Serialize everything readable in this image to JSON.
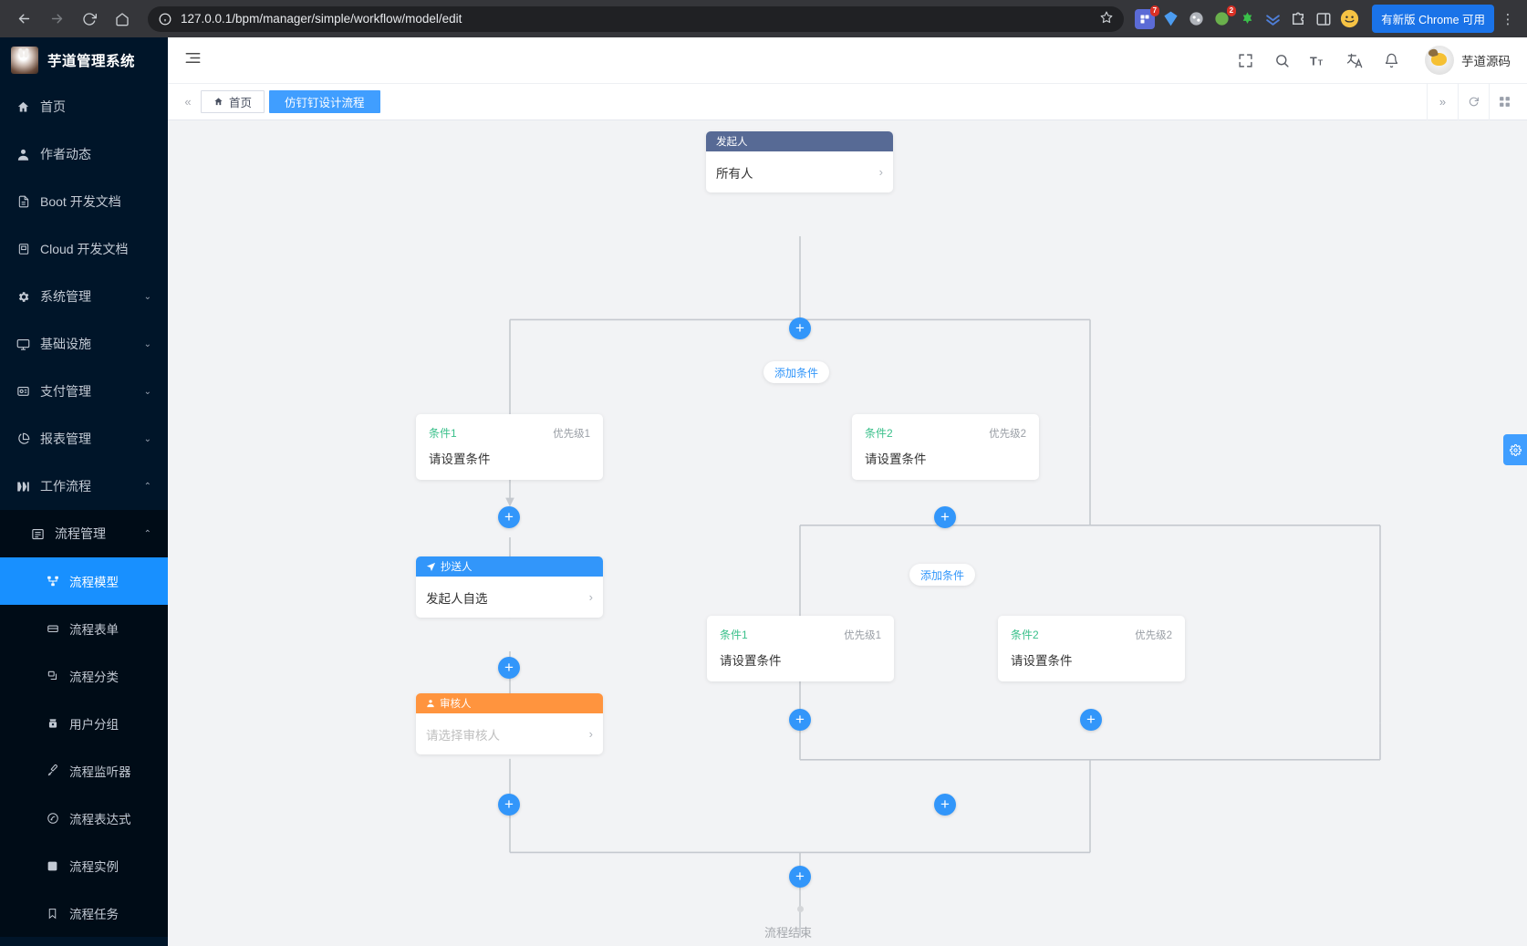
{
  "browser": {
    "url": "127.0.0.1/bpm/manager/simple/workflow/model/edit",
    "back_icon": "back-arrow-icon",
    "forward_icon": "forward-arrow-icon",
    "reload_icon": "reload-icon",
    "home_icon": "home-icon",
    "info_icon": "site-info-icon",
    "star_icon": "bookmark-star-icon",
    "update_label": "有新版 Chrome 可用",
    "menu_icon": "kebab-menu-icon",
    "extension_badges": [
      "7",
      "2"
    ]
  },
  "sidebar": {
    "brand": "芋道管理系统",
    "items": [
      {
        "label": "首页",
        "icon": "home-icon",
        "level": 0,
        "arrow": "",
        "active": false
      },
      {
        "label": "作者动态",
        "icon": "user-icon",
        "level": 0,
        "arrow": "",
        "active": false
      },
      {
        "label": "Boot 开发文档",
        "icon": "document-icon",
        "level": 0,
        "arrow": "",
        "active": false
      },
      {
        "label": "Cloud 开发文档",
        "icon": "copy-document-icon",
        "level": 0,
        "arrow": "",
        "active": false
      },
      {
        "label": "系统管理",
        "icon": "gear-icon",
        "level": 0,
        "arrow": "down",
        "active": false
      },
      {
        "label": "基础设施",
        "icon": "monitor-icon",
        "level": 0,
        "arrow": "down",
        "active": false
      },
      {
        "label": "支付管理",
        "icon": "payment-icon",
        "level": 0,
        "arrow": "down",
        "active": false
      },
      {
        "label": "报表管理",
        "icon": "pie-chart-icon",
        "level": 0,
        "arrow": "down",
        "active": false
      },
      {
        "label": "工作流程",
        "icon": "workflow-icon",
        "level": 0,
        "arrow": "up",
        "active": false
      },
      {
        "label": "流程管理",
        "icon": "list-icon",
        "level": 1,
        "arrow": "up",
        "active": false
      },
      {
        "label": "流程模型",
        "icon": "flow-model-icon",
        "level": 2,
        "arrow": "",
        "active": true
      },
      {
        "label": "流程表单",
        "icon": "form-icon",
        "level": 2,
        "arrow": "",
        "active": false
      },
      {
        "label": "流程分类",
        "icon": "category-icon",
        "level": 2,
        "arrow": "",
        "active": false
      },
      {
        "label": "用户分组",
        "icon": "user-group-icon",
        "level": 2,
        "arrow": "",
        "active": false
      },
      {
        "label": "流程监听器",
        "icon": "listener-icon",
        "level": 2,
        "arrow": "",
        "active": false
      },
      {
        "label": "流程表达式",
        "icon": "expression-icon",
        "level": 2,
        "arrow": "",
        "active": false
      },
      {
        "label": "流程实例",
        "icon": "instance-icon",
        "level": 2,
        "arrow": "",
        "active": false
      },
      {
        "label": "流程任务",
        "icon": "task-icon",
        "level": 2,
        "arrow": "",
        "active": false
      }
    ]
  },
  "topbar": {
    "hamburger_icon": "collapse-menu-icon",
    "icons": [
      "fullscreen-icon",
      "search-icon",
      "font-size-icon",
      "translate-icon",
      "bell-icon"
    ],
    "user_name": "芋道源码"
  },
  "tabbar": {
    "collapse_icon": "double-chevron-left-icon",
    "tabs": [
      {
        "label": "首页",
        "icon": "home-icon",
        "active": false
      },
      {
        "label": "仿钉钉设计流程",
        "icon": "",
        "active": true
      }
    ],
    "right_icons": [
      "double-chevron-right-icon",
      "refresh-icon",
      "grid-icon"
    ]
  },
  "canvas": {
    "side_gear_icon": "settings-gear-icon",
    "end_label": "流程结束",
    "plus_icon": "plus-icon",
    "chevron_icon": "chevron-right-icon"
  },
  "flow": {
    "initiator": {
      "title": "发起人",
      "value": "所有人",
      "icon": "initiator-icon"
    },
    "cc": {
      "title": "抄送人",
      "value": "发起人自选",
      "icon": "send-icon"
    },
    "approver": {
      "title": "审核人",
      "value": "请选择审核人",
      "placeholder": true,
      "icon": "user-icon"
    },
    "add_condition_label": "添加条件",
    "branch_top": [
      {
        "name": "条件1",
        "priority": "优先级1",
        "value": "请设置条件"
      },
      {
        "name": "条件2",
        "priority": "优先级2",
        "value": "请设置条件"
      }
    ],
    "branch_nested": [
      {
        "name": "条件1",
        "priority": "优先级1",
        "value": "请设置条件"
      },
      {
        "name": "条件2",
        "priority": "优先级2",
        "value": "请设置条件"
      }
    ]
  },
  "colors": {
    "primary": "#3296fa",
    "initiator_header": "#576a95",
    "cc_header": "#3296fa",
    "approver_header": "#ff943e",
    "condition_name": "#3ac08b",
    "sidebar_bg": "#001529",
    "sidebar_active": "#1890ff"
  }
}
